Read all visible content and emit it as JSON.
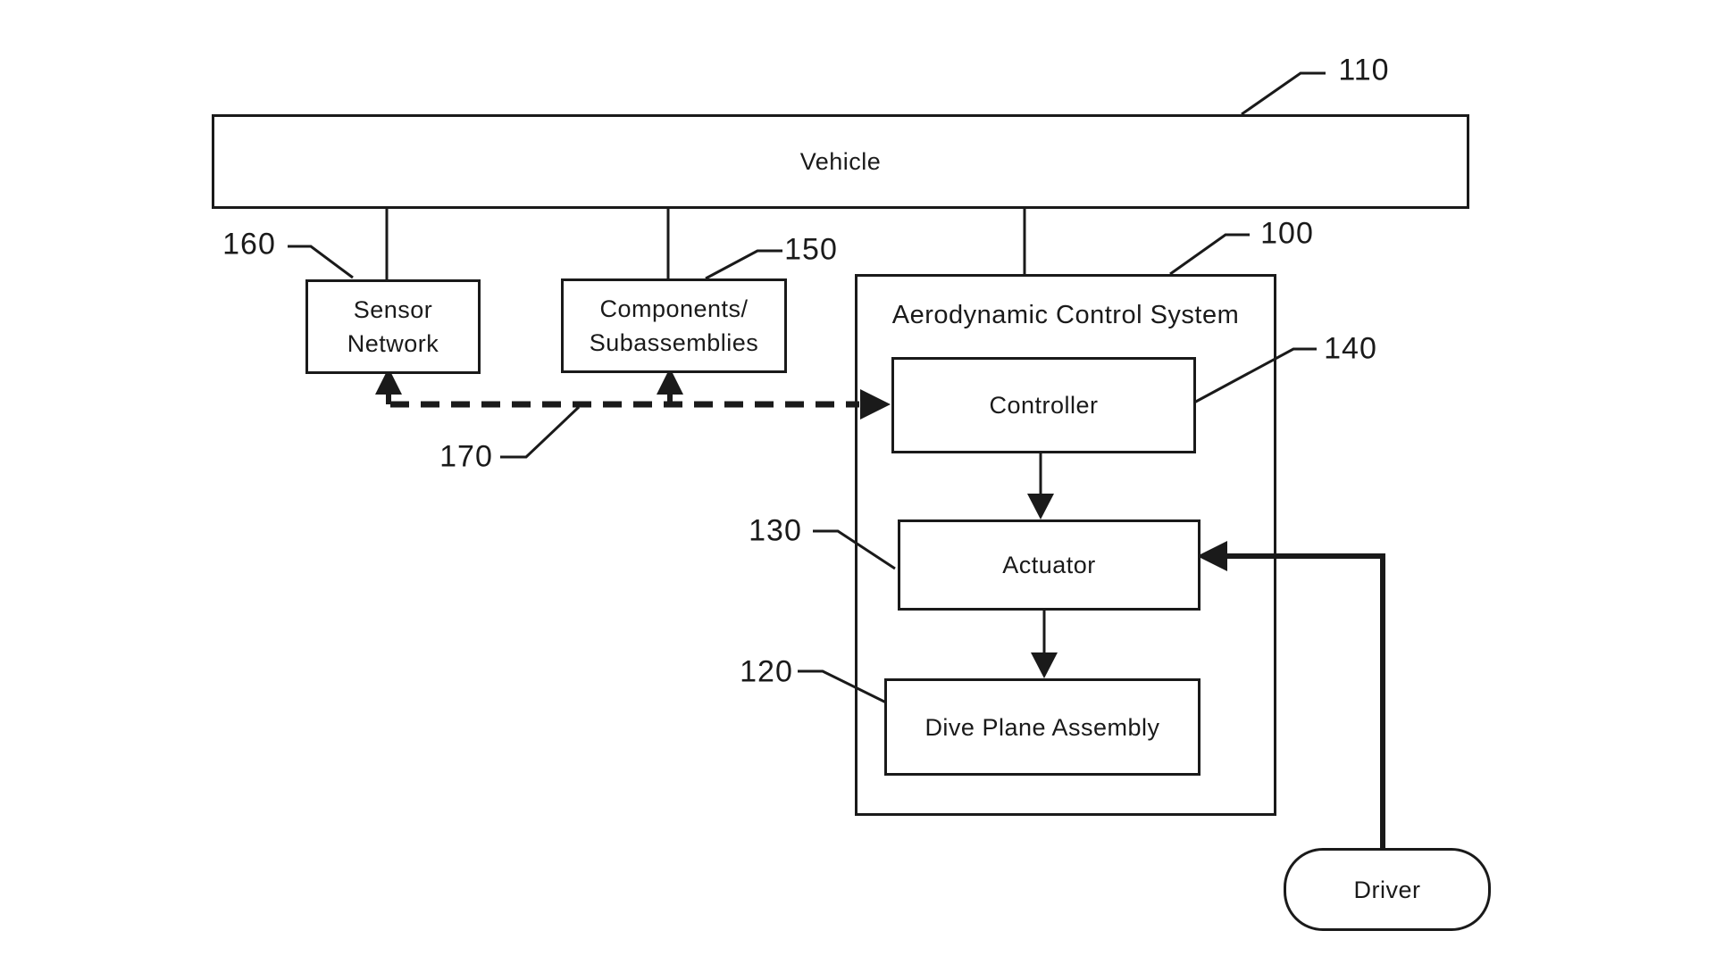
{
  "colors": {
    "background": "#ffffff",
    "ink": "#1a1a1a"
  },
  "nodes": {
    "vehicle": {
      "label": "Vehicle",
      "ref": "110"
    },
    "sensor_network": {
      "line1": "Sensor",
      "line2": "Network",
      "ref": "160"
    },
    "components_subassemblies": {
      "line1": "Components/",
      "line2": "Subassemblies",
      "ref": "150"
    },
    "aerodynamic_control_system": {
      "label": "Aerodynamic Control System",
      "ref": "100"
    },
    "controller": {
      "label": "Controller",
      "ref": "140"
    },
    "actuator": {
      "label": "Actuator",
      "ref": "130"
    },
    "dive_plane_assembly": {
      "label": "Dive Plane Assembly",
      "ref": "120"
    },
    "driver": {
      "label": "Driver"
    },
    "sensor_data_bus": {
      "ref": "170"
    }
  }
}
